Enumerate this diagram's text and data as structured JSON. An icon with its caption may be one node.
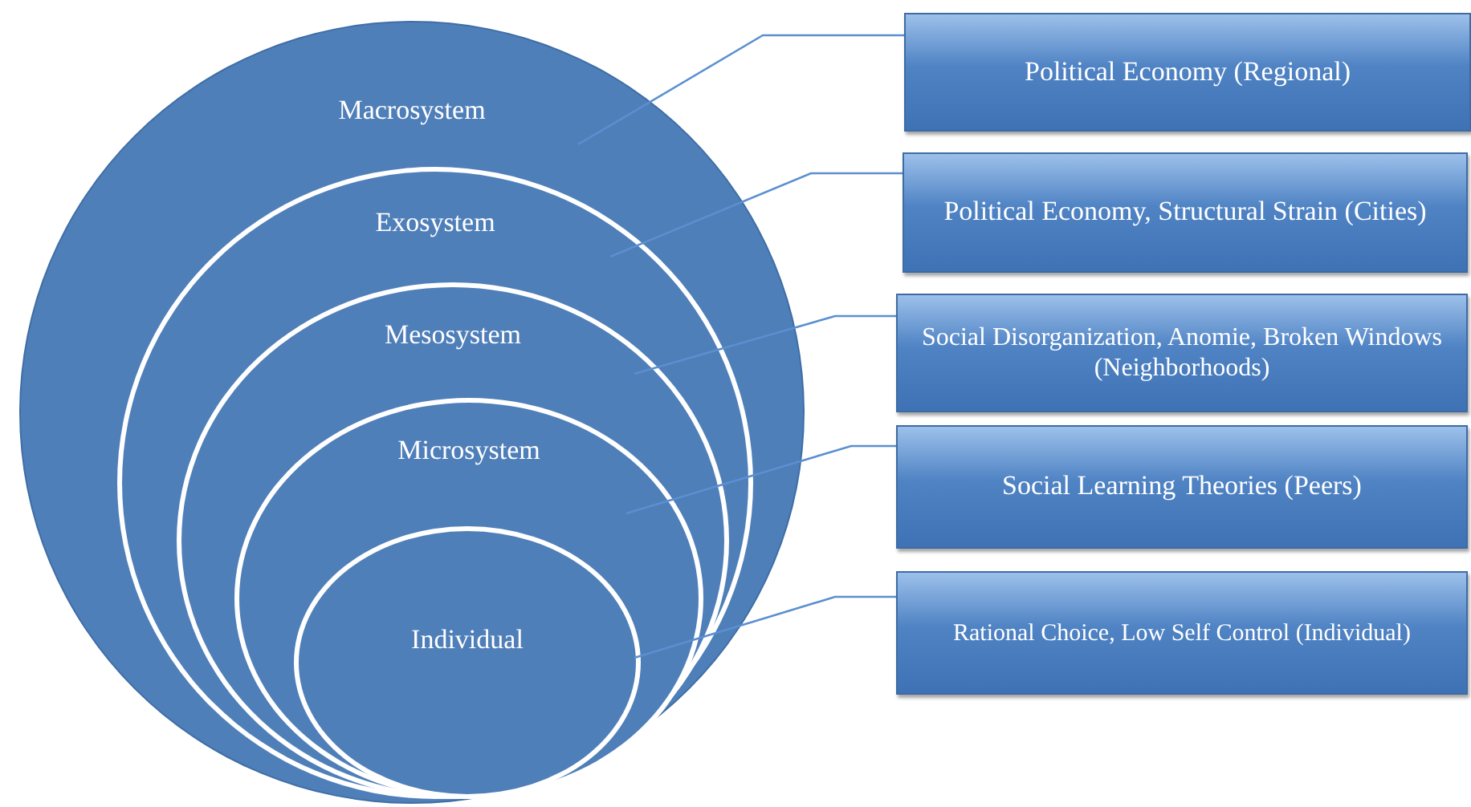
{
  "diagram": {
    "nodes": [
      {
        "text": [
          "Macrosystem"
        ]
      },
      {
        "text": [
          "Exosystem"
        ],
        "in": 0
      },
      {
        "text": [
          "Mesosystem"
        ],
        "in": 1
      },
      {
        "text": [
          "Microsystem"
        ],
        "in": 2
      },
      {
        "text": [
          "Individual"
        ],
        "in": 3
      },
      {
        "text": [
          "Political Economy (Regional)"
        ]
      },
      {
        "text": [
          "Political Economy, Structural Strain (Cities)"
        ]
      },
      {
        "text": [
          "Social Disorganization, Anomie, Broken Windows (Neighborhoods)"
        ]
      },
      {
        "text": [
          "Social Learning Theories (Peers)"
        ]
      },
      {
        "text": [
          "Rational Choice, Low Self Control (Individual)"
        ]
      }
    ],
    "edges": [
      {
        "from": 5,
        "to": 0,
        "arrow": "none"
      },
      {
        "from": 6,
        "to": 1,
        "arrow": "none"
      },
      {
        "from": 7,
        "to": 2,
        "arrow": "none"
      },
      {
        "from": 8,
        "to": 3,
        "arrow": "none"
      },
      {
        "from": 9,
        "to": 4,
        "arrow": "none"
      }
    ]
  }
}
